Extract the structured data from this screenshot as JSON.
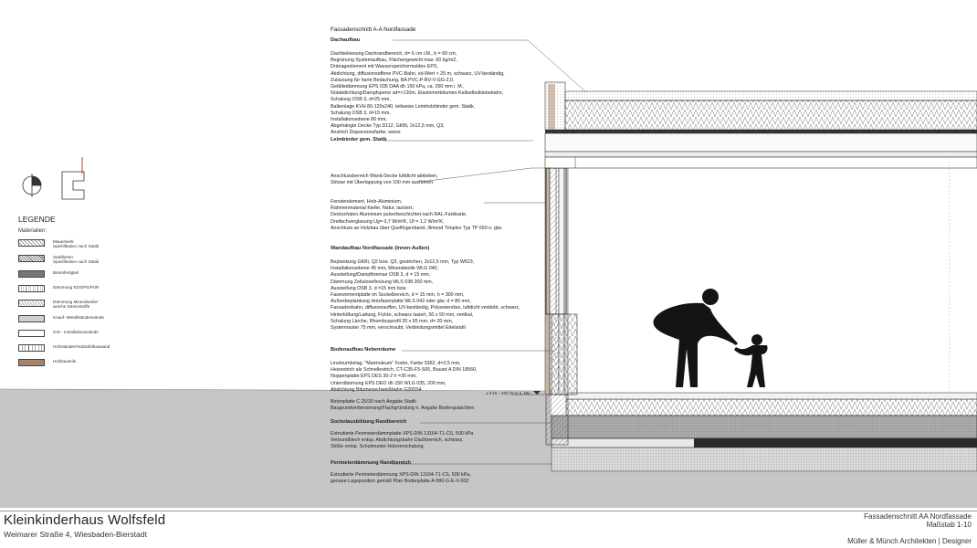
{
  "section": {
    "title": "Fassadenschnitt A-A Nordfassade",
    "dachaufbau": {
      "heading": "Dachaufbau",
      "lines": [
        "Dachbekiesung Dachrandbereich, d= 6 cm i.M., b = 60 cm,",
        "Begrünung Systemaufbau, Flächengewicht max. 60 kg/m2,",
        "Dränageelement mit Wasserspeichermulden EPS,",
        "Abdichtung, diffusionsoffene PVC-Bahn, sd-Wert < 25 m, schwarz, UV-beständig,",
        "Zulassung für harte Bedachung, BA PVC-P-BV-V-GG-2,0,",
        "Gefälledämmung EPS 035 DAA dh 150 kPa, ca. 260 mm i. M.,",
        "Notabdichtung/Dampfsperre sd=>120m, Elastomerbitumen-Kaltselbstklebebahn,",
        "Schalung OSB 3, d=25 mm,",
        "Balkenlage KVH 80-120x240, teilweise Leimholzbinder gem. Statik,",
        "Schalung OSB 3, d=15 mm,",
        "Installationsebene 80 mm,",
        "Abgehängte Decke Typ D112, GKBi, 2x12,5 mm, Q3,",
        "Anstrich Dispersionsfarbe, weiss"
      ]
    },
    "leimbinder": "Leimbinder gem. Statik",
    "anschluss": [
      "Anschlussbereich Wand-Decke luftdicht abkleben,",
      "Stösse mit Überlappung von 100 mm ausführen"
    ],
    "fenster": [
      "Fensterelement, Holz-Aluminium,",
      "Rahmenmaterial Kiefer, Natur, lackiert,",
      "Deckschalen Aluminium pulverbeschichtet nach RAL-Farbkarte,",
      "Dreifachverglasung Ug= 0,7 W/m²K, Uf = 1,2 W/m²K,",
      "Anschluss an Holzbau über Quellfugenband, Illmood Trioplex Typ TP 650 o. glw."
    ],
    "wand": {
      "heading": "Wandaufbau Nordfassade (Innen-Außen)",
      "lines": [
        "Beplankung GKBi, Q2 bzw. Q3, gestrichen, 2x12,5 mm, Typ W623,",
        "Installationsebene 45 mm, Mineralwolle WLG 040,",
        "Aussteifung/Dampfbremse OSB 3, d = 15 mm,",
        "Dämmung Zelluloseflockung WLS 038 200 mm,",
        "Aussteifung OSB 3, d =15 mm bzw.",
        "Faserzementplatte im Sockelbereich, d = 15 mm, h = 300 mm,",
        "Außenbeplankung Holzfaserplatte WLS 042 oder glw. d = 80 mm,",
        "Fassadenbahn, diffusionsoffen, UV-beständig, Polyestervlies, luftdicht verklebt, schwarz,",
        "Hinterlüftung/Lattung, Fichte, schwarz lasiert, 50 x 50 mm, vertikal,",
        "Schalung Lärche, Rhombusprofil 20 x 65 mm, d= 20 mm,",
        "Systemraster 75 mm, verschraubt, Verbindungsmittel Edelstahl"
      ]
    },
    "boden": {
      "heading": "Bodenaufbau Nebenräume",
      "lines": [
        "Linoleumbelag, \"Marmoleum\" Forbo, Farbe 3362, d=2,5 mm,",
        "Heizestrich als Schnellestrich, CT-C35-F5-S65, Bauart A DIN 18560,",
        "Noppenplatte EPS DES 30-2 h =30 mm,",
        "Unterdämmung EPS DEO dh 150 WLG 035, 200 mm,",
        "Abdichtung Bitumenschweißbahn G200S4"
      ]
    },
    "level_label": "± 0.10 = 203,70 m ü. NN",
    "betonplatte": [
      "Betonplatte C 25/30 nach Angabe Statik",
      "Baugrundverbesserung/Flachgründung n. Angabe Bodengutachten"
    ],
    "sockel": {
      "heading": "Sockelausbildung Randbereich",
      "lines": [
        "Extrudierte Perimeterdämmplatte XPS-DIN 13164-T1-CS, 500 kPa",
        "Verbundblech entsp. Abdichtungsbahn Dachbereich, schwarz,",
        "Stöße entsp. Schalmuster Holzverschalung"
      ]
    },
    "perimeter": {
      "heading": "Perimeterdämmung Randbereich",
      "lines": [
        "Extrudierte Perimeterdämmung XPS-DIN 13164-T1-CS, 500 kPa,",
        "genaue Lageposition gemäß Plan Bodenplatte A-990-G-E-X-002"
      ]
    }
  },
  "legend": {
    "title": "LEGENDE",
    "subtitle": "Materialien:",
    "items": [
      {
        "label": "Mauerwerk\nSpezifikation nach Statik"
      },
      {
        "label": "Stahlbeton\nSpezifikation nach Statik"
      },
      {
        "label": "Betonfertigteil"
      },
      {
        "label": "Dämmung EDS/PS/PUR"
      },
      {
        "label": "Dämmung Mineralwolle/\nweiche Dämmstoffe"
      },
      {
        "label": "Knauf- Metallständerwände"
      },
      {
        "label": "GIS - Installationswände"
      },
      {
        "label": "Holzständer/Holztafelbauwand"
      },
      {
        "label": "Holzbauteile"
      }
    ]
  },
  "footer": {
    "project": "Kleinkinderhaus Wolfsfeld",
    "address": "Weimarer Straße 4, Wiesbaden-Bierstadt",
    "drawing": "Fassadenschnitt AA Nordfassade",
    "scale": "Maßstab 1-10",
    "architects": "Müller & Münch Architekten | Designer"
  },
  "colors": {
    "ground": "#c4c4c4",
    "insulation": "#e6e6e6",
    "wood": "#a8836a",
    "concrete": "#9a9a9a",
    "line": "#333333",
    "figure": "#141414",
    "accent": "#c0392b"
  }
}
